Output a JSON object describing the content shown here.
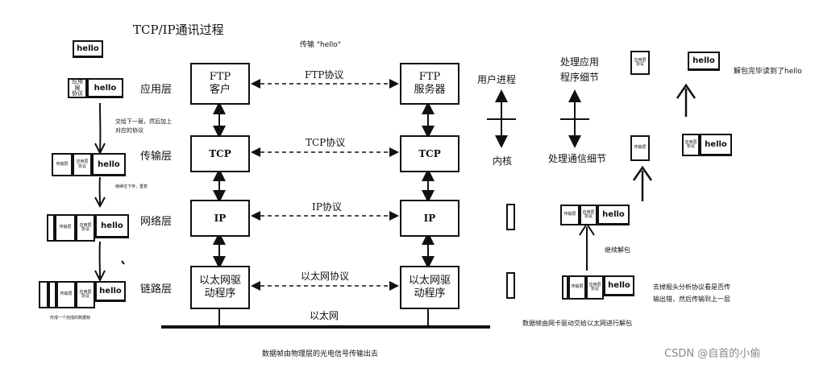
{
  "title": "TCP/IP通讯过程",
  "transfer_label": "传输 \"hello\"",
  "hello": "hello",
  "layers": [
    "应用层",
    "传输层",
    "网络层",
    "链路层"
  ],
  "client_boxes": [
    "FTP\n客户",
    "TCP",
    "IP",
    "以太网驱\n动程序"
  ],
  "server_boxes": [
    "FTP\n服务器",
    "TCP",
    "IP",
    "以太网驱\n动程序"
  ],
  "protocols": [
    "FTP协议",
    "TCP协议",
    "IP协议",
    "以太网协议"
  ],
  "ethernet": "以太网",
  "user_process": "用户进程",
  "kernel": "内核",
  "app_detail": "处理应用\n程序细节",
  "comm_detail": "处理通信细节",
  "header_app": "应用层\n协议",
  "header_transport": "传输层",
  "notes": {
    "pass_down": "交给下一层，然后加上对应的协议",
    "continue_down": "继续往下传，重复",
    "frame_formed": "形成一个完成的数据帧",
    "physical": "数据帧由物理层的光电信号传输出去",
    "nic": "数据帧由网卡驱动交给以太网进行解包",
    "strip": "去掉报头分析协议看是否传输出错，然后传输到上一层",
    "continue_unpack": "继续解包",
    "done": "解包完毕读到了hello"
  },
  "watermark": "CSDN @自首的小偷"
}
